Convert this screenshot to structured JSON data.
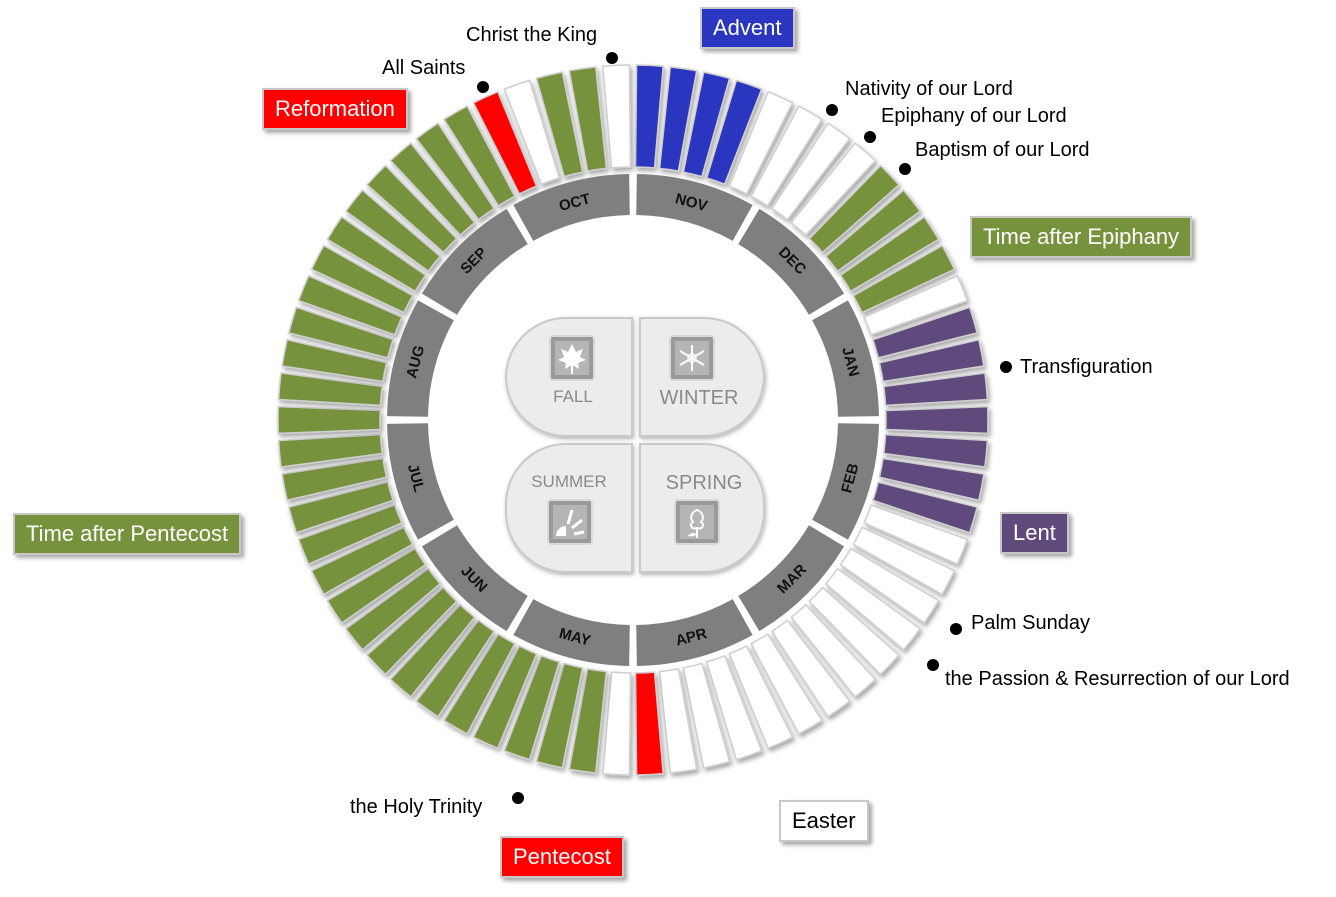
{
  "colors": {
    "green": "#77923c",
    "white": "#ffffff",
    "blue": "#2a35c0",
    "red": "#ff0000",
    "purple": "#604a7b",
    "month_band": "#7f7f7f",
    "season_tile": "#ececec"
  },
  "segments": [
    "blue",
    "blue",
    "blue",
    "blue",
    "white",
    "white",
    "white",
    "white",
    "green",
    "green",
    "green",
    "green",
    "white",
    "purple",
    "purple",
    "purple",
    "purple",
    "purple",
    "purple",
    "purple",
    "white",
    "white",
    "white",
    "white",
    "white",
    "white",
    "white",
    "white",
    "white",
    "white",
    "white",
    "white",
    "red",
    "white",
    "green",
    "green",
    "green",
    "green",
    "green",
    "green",
    "green",
    "green",
    "green",
    "green",
    "green",
    "green",
    "green",
    "green",
    "green",
    "green",
    "green",
    "green",
    "green",
    "green",
    "green",
    "green",
    "green",
    "green",
    "green",
    "green",
    "green",
    "red",
    "white",
    "green",
    "green",
    "white"
  ],
  "months": [
    "NOV",
    "DEC",
    "JAN",
    "FEB",
    "MAR",
    "APR",
    "MAY",
    "JUN",
    "JUL",
    "AUG",
    "SEP",
    "OCT"
  ],
  "seasons": {
    "fall": "FALL",
    "winter": "WINTER",
    "summer": "SUMMER",
    "spring": "SPRING"
  },
  "feasts": {
    "christ_the_king": "Christ the King",
    "all_saints": "All Saints",
    "nativity": "Nativity of our Lord",
    "epiphany": "Epiphany of our Lord",
    "baptism": "Baptism of our Lord",
    "transfiguration": "Transfiguration",
    "palm_sunday": "Palm Sunday",
    "passion": "the Passion & Resurrection of our Lord",
    "holy_trinity": "the Holy Trinity"
  },
  "season_boxes": {
    "advent": "Advent",
    "reformation": "Reformation",
    "time_after_epiphany": "Time after Epiphany",
    "lent": "Lent",
    "time_after_pentecost": "Time after Pentecost",
    "easter": "Easter",
    "pentecost": "Pentecost"
  }
}
